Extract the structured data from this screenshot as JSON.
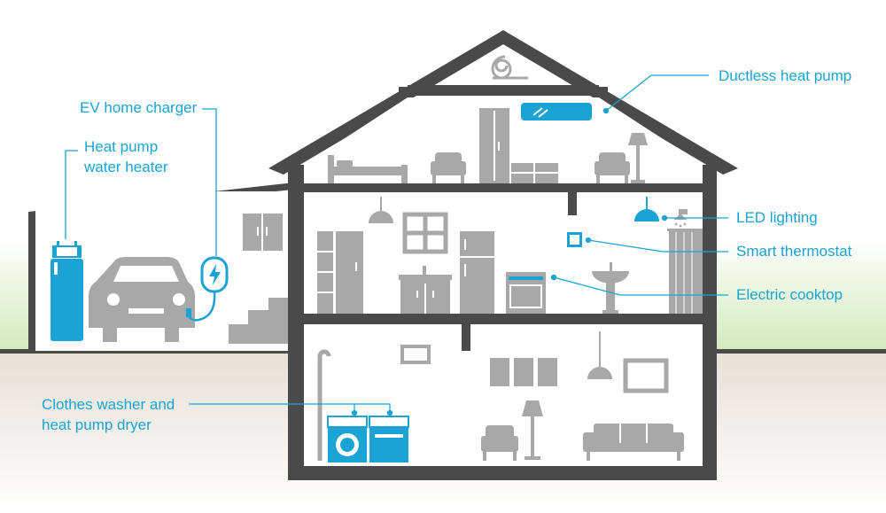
{
  "colors": {
    "accent": "#1aa3d4",
    "wall": "#4a4a4a",
    "fixture": "#a8a8a8",
    "grass": "#d8ecc4",
    "ground": "#e6e2da"
  },
  "labels": {
    "ductless_heat_pump": "Ductless heat pump",
    "ev_charger": "EV home charger",
    "heat_pump_water_heater_line1": "Heat pump",
    "heat_pump_water_heater_line2": "water heater",
    "led_lighting": "LED lighting",
    "smart_thermostat": "Smart thermostat",
    "electric_cooktop": "Electric cooktop",
    "washer_dryer_line1": "Clothes washer and",
    "washer_dryer_line2": "heat pump dryer"
  },
  "icons": [
    "insulation-roll-icon",
    "ductless-heat-pump-icon",
    "bed-icon",
    "armchair-icon",
    "wardrobe-icon",
    "dresser-icon",
    "floor-lamp-icon",
    "pendant-lamp-icon",
    "window-icon",
    "refrigerator-icon",
    "cabinet-icon",
    "bathroom-vanity-icon",
    "electric-range-icon",
    "thermostat-icon",
    "pedestal-sink-icon",
    "shower-icon",
    "shower-curtain-icon",
    "led-pendant-lamp-icon",
    "water-heater-icon",
    "car-icon",
    "ev-charger-icon",
    "stairs-icon",
    "washer-icon",
    "dryer-icon",
    "water-pipe-icon",
    "sofa-icon",
    "picture-frame-icon"
  ]
}
